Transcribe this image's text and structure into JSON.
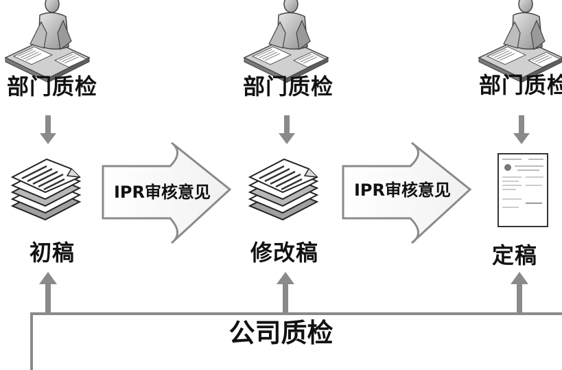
{
  "top_labels": [
    "部门质检",
    "部门质检",
    "部门质检"
  ],
  "stages": [
    "初稿",
    "修改稿",
    "定稿"
  ],
  "arrow_labels": [
    "IPR审核意见",
    "IPR审核意见"
  ],
  "bottom_label": "公司质检",
  "colors": {
    "arrow_gray": "#8a8a8a",
    "text": "#111111"
  }
}
